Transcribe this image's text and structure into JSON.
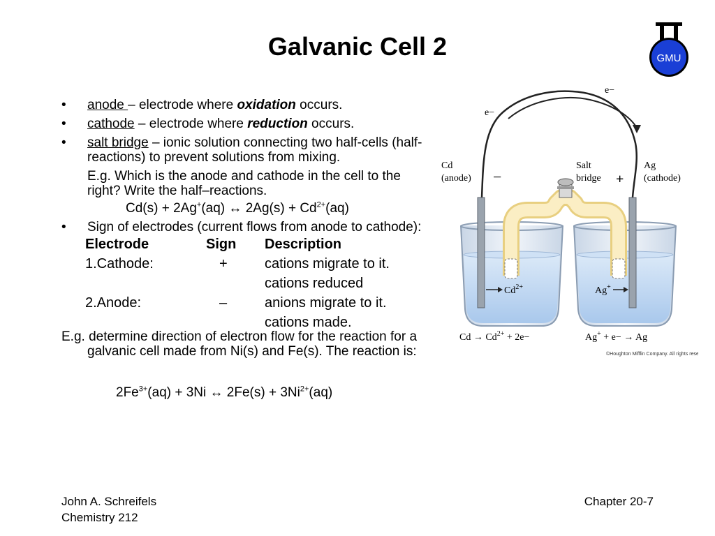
{
  "title": "Galvanic Cell 2",
  "logo": {
    "text": "GMU",
    "icon": "flask-logo-icon"
  },
  "bullets": [
    {
      "term": "anode ",
      "dash": " – electrode where ",
      "emph": "oxidation",
      "tail": " occurs."
    },
    {
      "term": "cathode",
      "dash": " – electrode where ",
      "emph": "reduction",
      "tail": " occurs."
    },
    {
      "term": "salt bridge",
      "rest": " – ionic solution connecting two half-cells (half-reactions) to prevent solutions from mixing."
    }
  ],
  "example1": "E.g. Which is the anode and cathode in the cell to the right?  Write the half–reactions.",
  "equation1": {
    "p1": "Cd(s) + 2Ag",
    "s1": "+",
    "p2": "(aq) ",
    "arrow": "↔",
    "p3": " 2Ag(s) + Cd",
    "s2": "2+",
    "p4": "(aq)"
  },
  "bullet4": "Sign of electrodes (current flows from anode to cathode):",
  "table": {
    "headers": [
      "Electrode",
      "Sign",
      "Description"
    ],
    "rows": [
      {
        "electrode": "1.Cathode:",
        "sign": "+",
        "desc1": "cations migrate to it.",
        "desc2": "cations reduced"
      },
      {
        "electrode": "2.Anode:",
        "sign": "–",
        "desc1": "anions migrate to it.",
        "desc2": "cations made."
      }
    ]
  },
  "example2": "E.g. determine direction of electron flow for the reaction for a galvanic cell made from Ni(s) and Fe(s).  The reaction is:",
  "equation2": {
    "p1": "2Fe",
    "s1": "3+",
    "p2": "(aq) + 3Ni ",
    "arrow": "↔",
    "p3": " 2Fe(s) + 3Ni",
    "s2": "2+",
    "p4": "(aq)"
  },
  "figure": {
    "e_top": "e−",
    "e_left": "e−",
    "cd_label": "Cd",
    "anode_label": "(anode)",
    "minus": "−",
    "salt_label": "Salt",
    "bridge_label": "bridge",
    "plus": "+",
    "ag_label": "Ag",
    "cathode_label": "(cathode)",
    "cd_ion": "Cd",
    "cd_ion_sup": "2+",
    "ag_ion": "Ag",
    "ag_ion_sup": "+",
    "left_reaction": "Cd → Cd",
    "left_reaction_sup": "2+",
    "left_reaction_tail": " + 2e−",
    "right_reaction": "Ag",
    "right_reaction_sup": "+",
    "right_reaction_tail": " + e− → Ag",
    "copyright": "©Houghton Mifflin Company. All rights reser"
  },
  "footer": {
    "author": "John A. Schreifels",
    "course": "Chemistry 212",
    "chapter": "Chapter 20-7"
  },
  "colors": {
    "logo_blue": "#1a3fd6",
    "solution": "#b8d4f0",
    "bridge": "#f6e3a6"
  }
}
